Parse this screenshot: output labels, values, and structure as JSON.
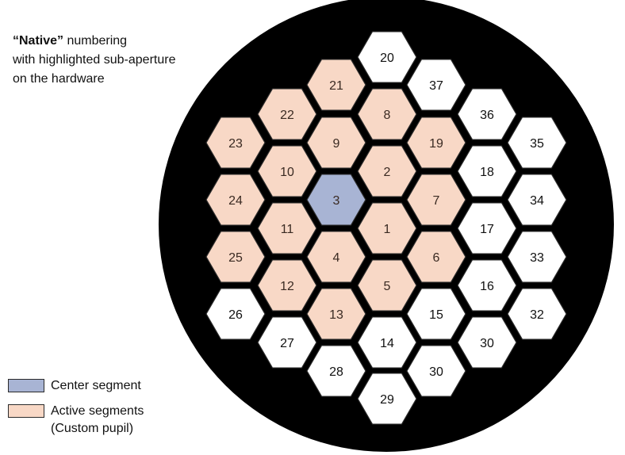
{
  "title": {
    "bold": "“Native”",
    "rest_line1": " numbering",
    "line2": "with highlighted sub-aperture",
    "line3": "on the hardware"
  },
  "colors": {
    "aperture": "#000000",
    "center": "#a8b4d4",
    "active": "#f8d8c6",
    "inactive": "#ffffff",
    "outline": "#2a2a2a"
  },
  "legend": {
    "center": {
      "label": "Center segment",
      "color": "#a8b4d4"
    },
    "active": {
      "label": "Active segments",
      "sublabel": "(Custom pupil)",
      "color": "#f8d8c6"
    }
  },
  "segments": [
    {
      "id": "20",
      "state": "inactive"
    },
    {
      "id": "21",
      "state": "active"
    },
    {
      "id": "37",
      "state": "inactive"
    },
    {
      "id": "22",
      "state": "active"
    },
    {
      "id": "8",
      "state": "active"
    },
    {
      "id": "36",
      "state": "inactive"
    },
    {
      "id": "23",
      "state": "active"
    },
    {
      "id": "9",
      "state": "active"
    },
    {
      "id": "19",
      "state": "active"
    },
    {
      "id": "35",
      "state": "inactive"
    },
    {
      "id": "10",
      "state": "active"
    },
    {
      "id": "2",
      "state": "active"
    },
    {
      "id": "18",
      "state": "inactive"
    },
    {
      "id": "24",
      "state": "active"
    },
    {
      "id": "3",
      "state": "center"
    },
    {
      "id": "7",
      "state": "active"
    },
    {
      "id": "34",
      "state": "inactive"
    },
    {
      "id": "11",
      "state": "active"
    },
    {
      "id": "1",
      "state": "active"
    },
    {
      "id": "17",
      "state": "inactive"
    },
    {
      "id": "25",
      "state": "active"
    },
    {
      "id": "4",
      "state": "active"
    },
    {
      "id": "6",
      "state": "active"
    },
    {
      "id": "33",
      "state": "inactive"
    },
    {
      "id": "12",
      "state": "active"
    },
    {
      "id": "5",
      "state": "active"
    },
    {
      "id": "16",
      "state": "inactive"
    },
    {
      "id": "26",
      "state": "inactive"
    },
    {
      "id": "13",
      "state": "active"
    },
    {
      "id": "15",
      "state": "inactive"
    },
    {
      "id": "32",
      "state": "inactive"
    },
    {
      "id": "27",
      "state": "inactive"
    },
    {
      "id": "14",
      "state": "inactive"
    },
    {
      "id": "30",
      "state": "inactive"
    },
    {
      "id": "28",
      "state": "inactive"
    },
    {
      "id": "30",
      "state": "inactive"
    },
    {
      "id": "29",
      "state": "inactive"
    }
  ]
}
